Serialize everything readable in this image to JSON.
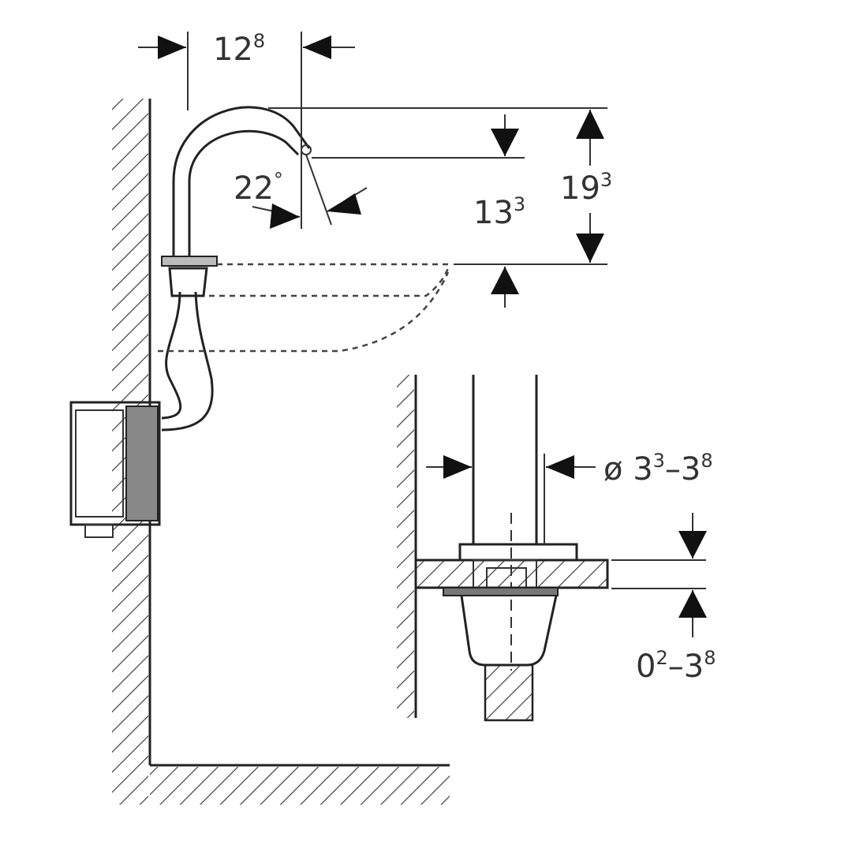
{
  "diagram": {
    "title": "Wall-mounted faucet installation dimensions",
    "labels": {
      "spout_reach": {
        "base": "12",
        "sup": "8"
      },
      "spout_angle": {
        "base": "22",
        "sup": "°"
      },
      "spout_outlet_height": {
        "base": "13",
        "sup": "3"
      },
      "total_height": {
        "base": "19",
        "sup": "3"
      },
      "hole_diameter": {
        "prefix": "ø ",
        "base1": "3",
        "sup1": "3",
        "dash": "–",
        "base2": "3",
        "sup2": "8"
      },
      "counter_thickness": {
        "base1": "0",
        "sup1": "2",
        "dash": "–",
        "base2": "3",
        "sup2": "8"
      }
    }
  }
}
